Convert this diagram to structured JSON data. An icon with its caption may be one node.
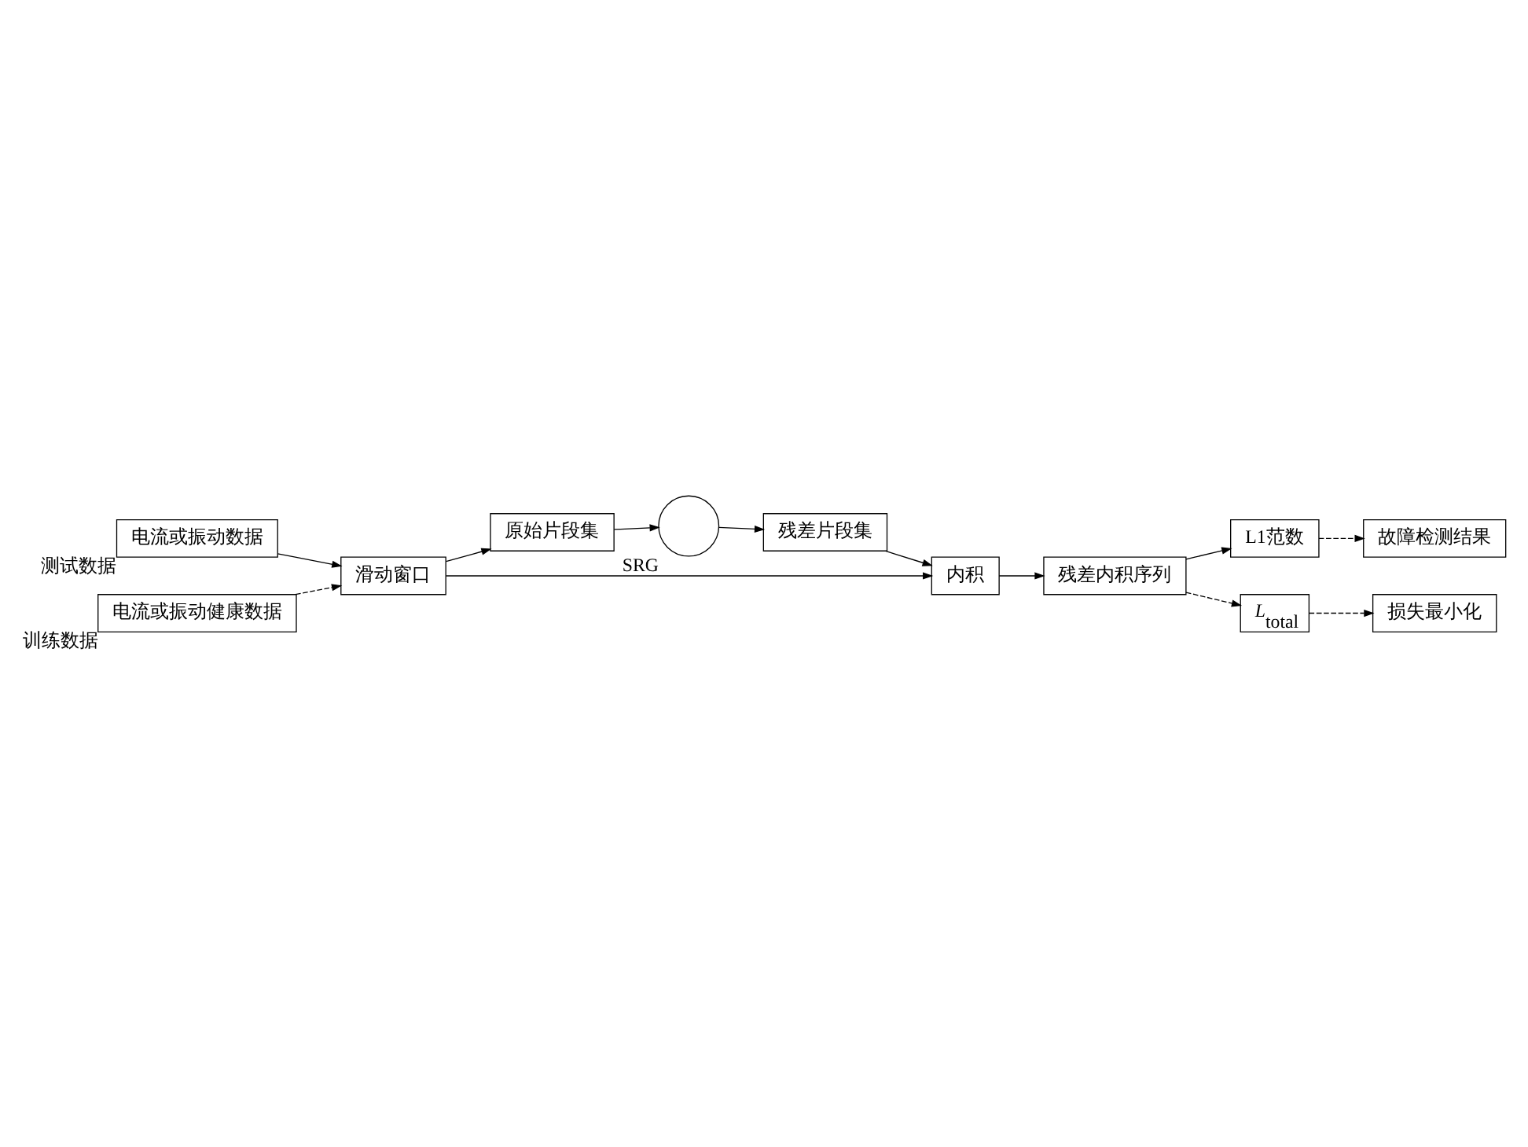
{
  "diagram": {
    "nodes": [
      {
        "text": [
          "电流或振动数据"
        ],
        "beside": [
          "测试数据"
        ]
      },
      {
        "text": [
          "滑动窗口"
        ]
      },
      {
        "text": [
          "原始片段集"
        ]
      },
      {
        "text": [],
        "shape": "circle",
        "beside": [
          "SRG"
        ]
      },
      {
        "text": [
          "残差片段集"
        ]
      },
      {
        "text": [
          "内积"
        ]
      },
      {
        "text": [
          "残差内积序列"
        ]
      },
      {
        "text": [
          "L1范数"
        ]
      },
      {
        "text": [
          "故障检测结果"
        ]
      },
      {
        "text": [
          "*L*$_{total}$"
        ]
      },
      {
        "text": [
          "损失最小化"
        ]
      },
      {
        "text": [
          "电流或振动健康数据"
        ],
        "beside": [
          "训练数据"
        ]
      }
    ],
    "edges": [
      {
        "from": 0,
        "to": 1,
        "arrow": "to"
      },
      {
        "from": 11,
        "to": 1,
        "arrow": "to",
        "style": "dashed"
      },
      {
        "from": 1,
        "to": 2,
        "arrow": "to"
      },
      {
        "from": 2,
        "to": 3,
        "arrow": "to"
      },
      {
        "from": 3,
        "to": 4,
        "arrow": "to"
      },
      {
        "from": 1,
        "to": 5,
        "arrow": "to"
      },
      {
        "from": 4,
        "to": 5,
        "arrow": "to"
      },
      {
        "from": 5,
        "to": 6,
        "arrow": "to"
      },
      {
        "from": 6,
        "to": 7,
        "arrow": "to"
      },
      {
        "from": 7,
        "to": 8,
        "arrow": "to",
        "style": "dashed"
      },
      {
        "from": 6,
        "to": 9,
        "arrow": "to",
        "style": "dashed"
      },
      {
        "from": 9,
        "to": 10,
        "arrow": "to",
        "style": "dashed"
      }
    ]
  }
}
